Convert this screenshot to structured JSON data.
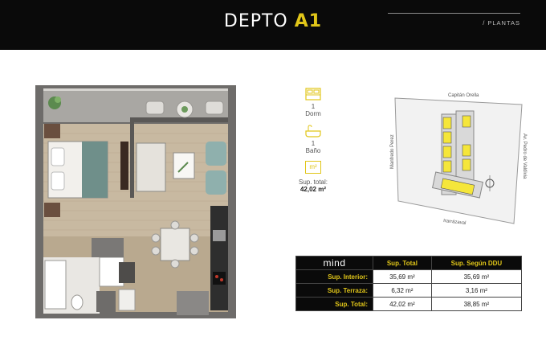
{
  "header": {
    "title_prefix": "DEPTO",
    "title_tag": "A1",
    "section": "/ PLANTAS",
    "accent_color": "#e1c619"
  },
  "specs": {
    "dorm_count": "1",
    "dorm_label": "Dorm",
    "bath_count": "1",
    "bath_label": "Baño",
    "area_icon_label": "m²",
    "sup_total_label": "Sup. total:",
    "sup_total_value": "42,02 m²"
  },
  "sitemap": {
    "street_top": "Capitán Orella",
    "street_left": "Manfredo Perez",
    "street_right": "Av. Pedro de Valdivia",
    "street_bottom": "Irarrázaval"
  },
  "table": {
    "brand": "mind",
    "col_total": "Sup. Total",
    "col_ddu": "Sup. Según DDU",
    "rows": [
      {
        "label": "Sup. Interior:",
        "total": "35,69 m²",
        "ddu": "35,69 m²"
      },
      {
        "label": "Sup. Terraza:",
        "total": "6,32 m²",
        "ddu": "3,16 m²"
      },
      {
        "label": "Sup. Total:",
        "total": "42,02 m²",
        "ddu": "38,85 m²"
      }
    ]
  }
}
